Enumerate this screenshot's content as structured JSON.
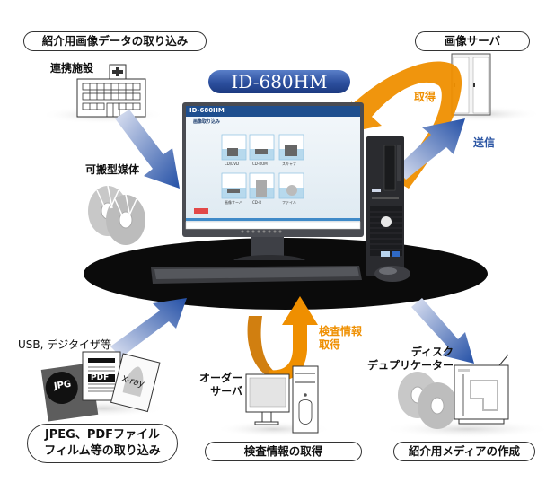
{
  "product": {
    "name": "ID-680HM"
  },
  "sections": {
    "referral_import": "紹介用画像データの取り込み",
    "image_server": "画像サーバ",
    "jpeg_pdf_import_line1": "JPEG、PDFファイル",
    "jpeg_pdf_import_line2": "フィルム等の取り込み",
    "exam_info": "検査情報の取得",
    "media_creation": "紹介用メディアの作成"
  },
  "labels": {
    "partner_facility": "連携施設",
    "portable_media": "可搬型媒体",
    "acquire": "取得",
    "send": "送信",
    "usb_digitizer": "USB, デジタイザ等",
    "order_server_line1": "オーダー",
    "order_server_line2": "サーバ",
    "exam_info_acquire_line1": "検査情報",
    "exam_info_acquire_line2": "取得",
    "disc_duplicator_line1": "ディスク",
    "disc_duplicator_line2": "デュプリケーター"
  },
  "documents": {
    "jpg": "JPG",
    "pdf": "PDF",
    "xray": "X-ray"
  },
  "screen": {
    "app_title": "ID-680HM",
    "heading": "画像取り込み",
    "tiles": [
      "CD/DVD",
      "CD-ROM",
      "スキャナ",
      "画像サーバ",
      "CD-R",
      "ファイル"
    ]
  },
  "colors": {
    "orange": "#ef8f00",
    "blue": "#2b55a3",
    "pill_border": "#333333"
  }
}
